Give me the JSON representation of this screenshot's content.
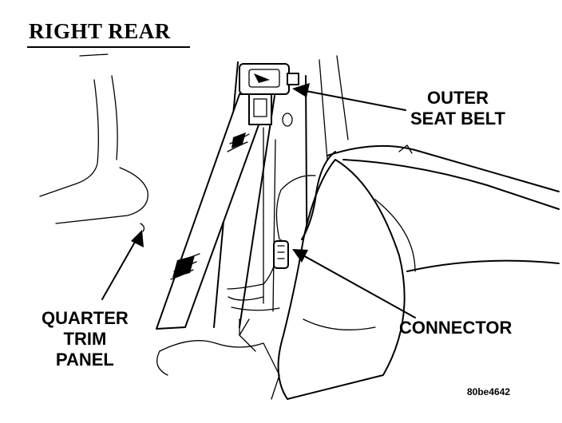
{
  "title": "RIGHT REAR",
  "labels": {
    "outer_seat_belt": [
      "OUTER",
      "SEAT BELT"
    ],
    "connector": "CONNECTOR",
    "quarter_trim_panel": [
      "QUARTER",
      "TRIM",
      "PANEL"
    ]
  },
  "figure_code": "80be4642"
}
